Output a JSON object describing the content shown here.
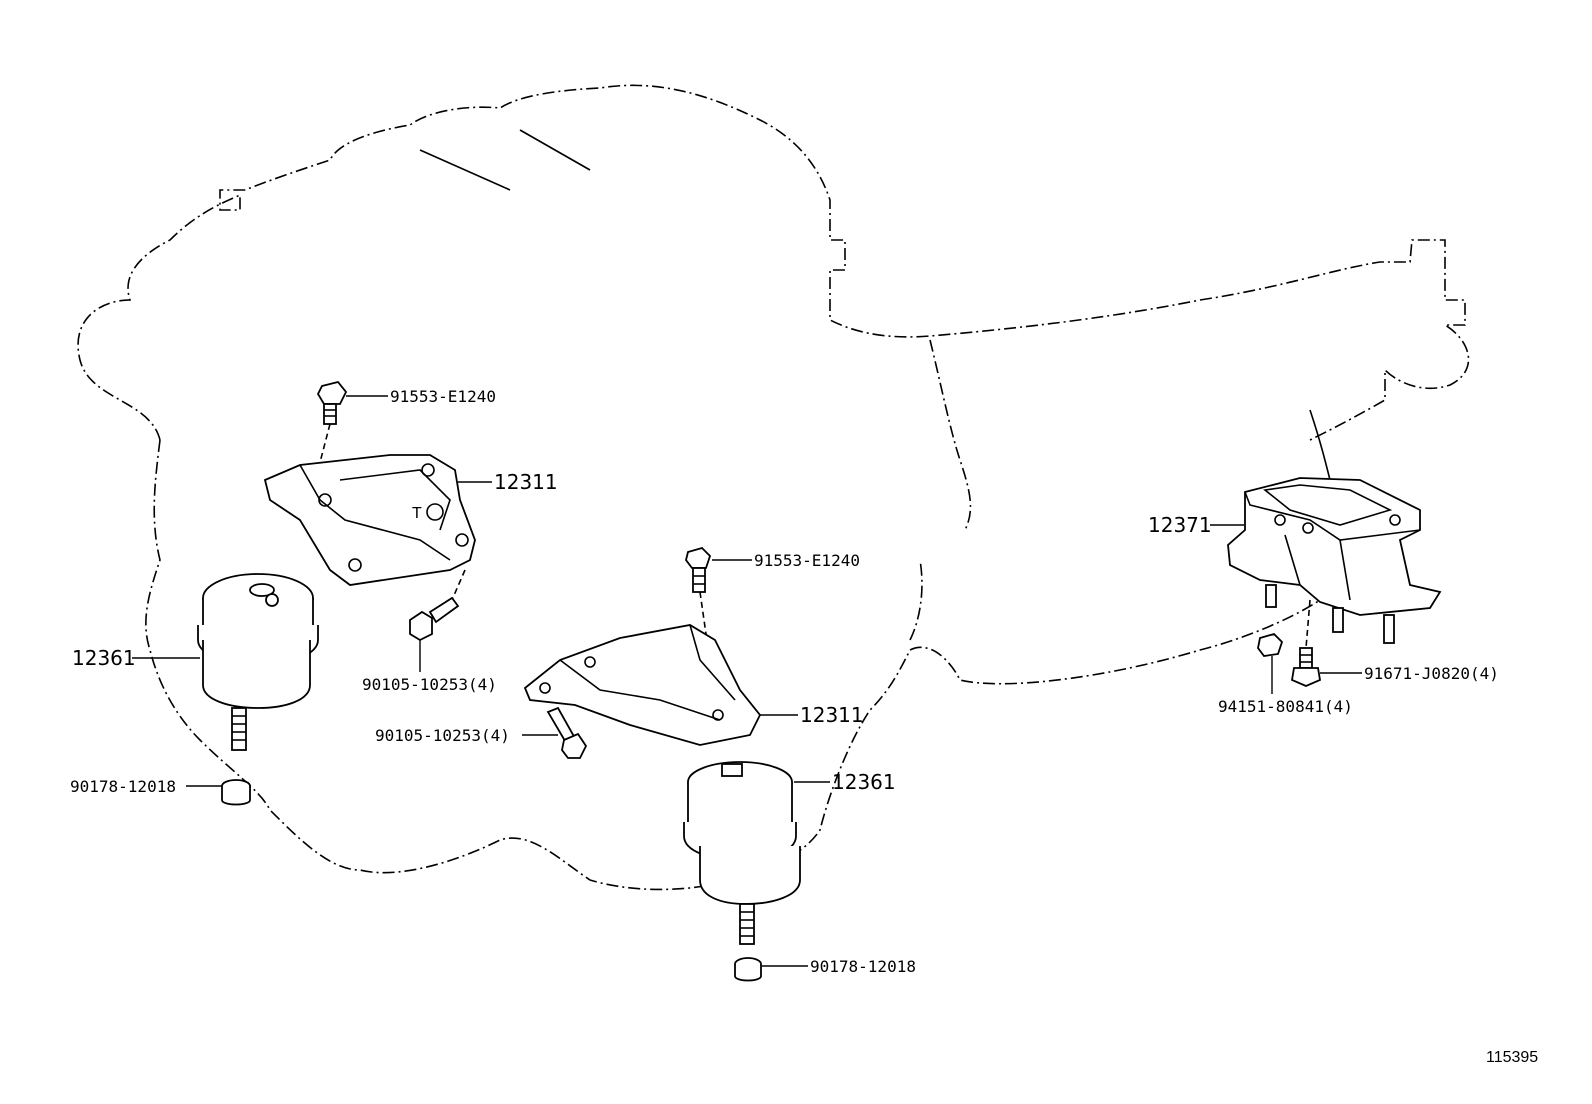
{
  "diagram": {
    "figure_number": "115395",
    "callouts": {
      "bolt_left_top": "91553-E1240",
      "bracket_left": "12311",
      "bolt_left_mid": "90105-10253(4)",
      "insulator_left": "12361",
      "nut_left": "90178-12018",
      "bolt_center_top": "91553-E1240",
      "bolt_center_mid": "90105-10253(4)",
      "bracket_center": "12311",
      "insulator_center": "12361",
      "nut_center": "90178-12018",
      "rear_mount": "12371",
      "nut_rear": "94151-80841(4)",
      "bolt_rear": "91671-J0820(4)"
    }
  }
}
